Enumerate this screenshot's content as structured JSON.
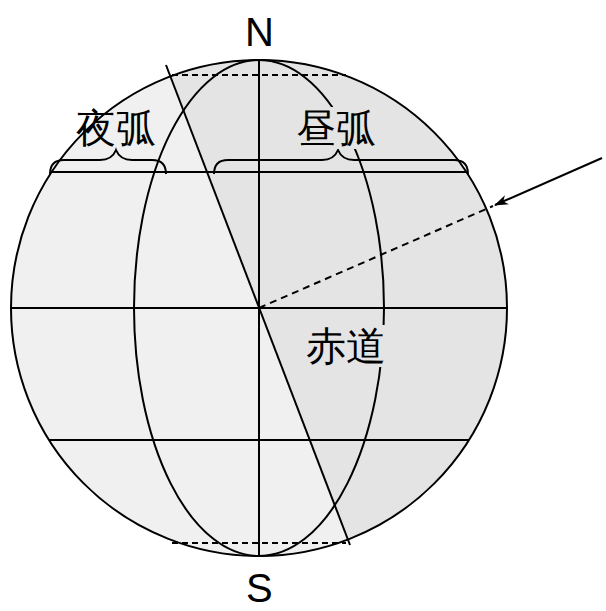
{
  "diagram": {
    "labels": [
      "N",
      "夜弧",
      "昼弧",
      "赤道",
      "S"
    ]
  }
}
